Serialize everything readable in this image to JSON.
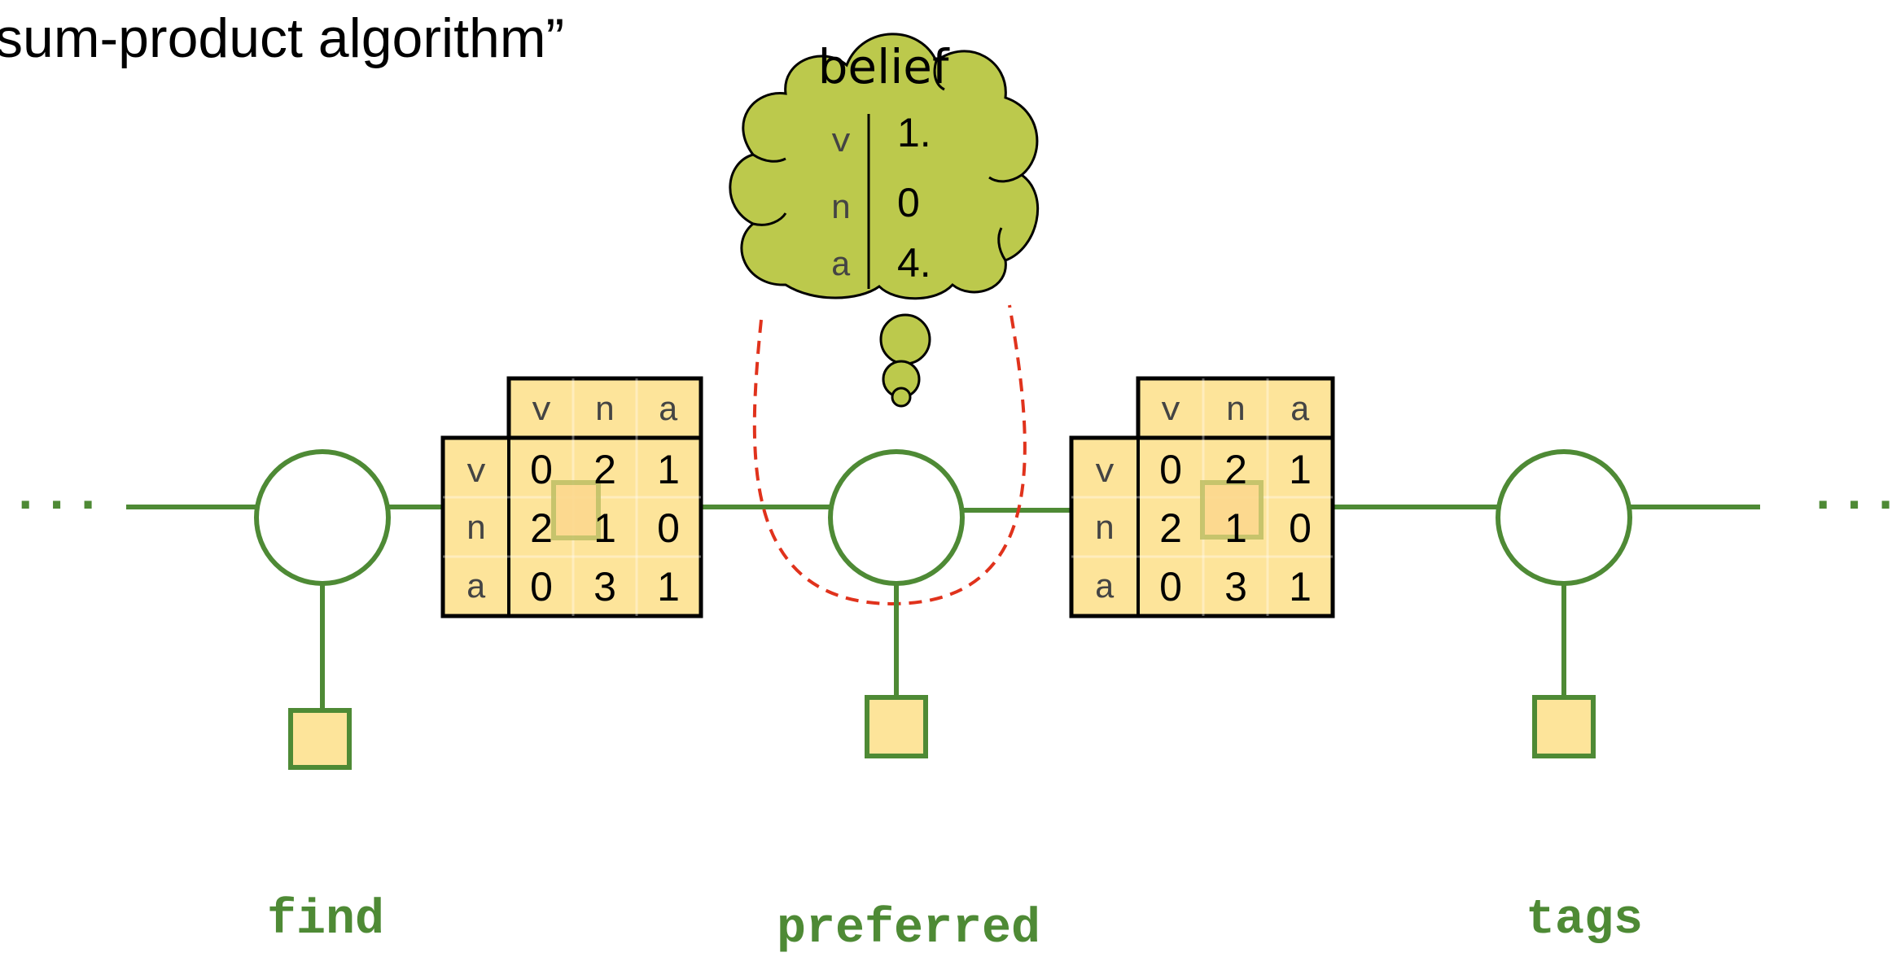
{
  "heading": "sum-product algorithm”",
  "belief": {
    "title": "belief",
    "rows": [
      {
        "tag": "v",
        "value": "1."
      },
      {
        "tag": "n",
        "value": "0"
      },
      {
        "tag": "a",
        "value": "4."
      }
    ]
  },
  "factor_tables": [
    {
      "col_headers": [
        "v",
        "n",
        "a"
      ],
      "row_headers": [
        "v",
        "n",
        "a"
      ],
      "cells": [
        [
          "0",
          "2",
          "1"
        ],
        [
          "2",
          "1",
          "0"
        ],
        [
          "0",
          "3",
          "1"
        ]
      ]
    },
    {
      "col_headers": [
        "v",
        "n",
        "a"
      ],
      "row_headers": [
        "v",
        "n",
        "a"
      ],
      "cells": [
        [
          "0",
          "2",
          "1"
        ],
        [
          "2",
          "1",
          "0"
        ],
        [
          "0",
          "3",
          "1"
        ]
      ]
    }
  ],
  "ellipsis_left": "...",
  "ellipsis_right": "...",
  "words": [
    "find",
    "preferred",
    "tags"
  ],
  "colors": {
    "edge_green": "#4e8a35",
    "factor_fill": "#fde49a",
    "cloud_fill": "#bcc94c",
    "dashed_red": "#e0321c"
  }
}
